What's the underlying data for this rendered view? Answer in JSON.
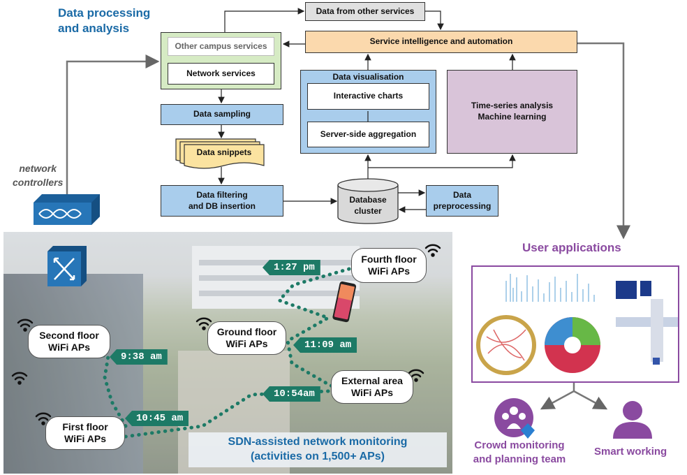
{
  "headings": {
    "processing": "Data processing\nand analysis",
    "user_apps": "User applications",
    "network_controllers": "network\ncontrollers"
  },
  "boxes": {
    "data_other_services": "Data from other services",
    "service_intelligence": "Service intelligence and automation",
    "other_campus_services": "Other campus services",
    "network_services": "Network services",
    "data_visualisation": "Data visualisation",
    "interactive_charts": "Interactive charts",
    "server_side_aggregation": "Server-side aggregation",
    "time_series": "Time-series analysis\nMachine learning",
    "data_sampling": "Data sampling",
    "data_snippets": "Data snippets",
    "data_filtering": "Data filtering\nand DB insertion",
    "database_cluster": "Database\ncluster",
    "data_preprocessing": "Data\npreprocessing"
  },
  "aps": {
    "fourth": "Fourth floor\nWiFi APs",
    "ground": "Ground floor\nWiFi APs",
    "second": "Second floor\nWiFi APs",
    "external": "External area\nWiFi APs",
    "first": "First floor\nWiFi APs"
  },
  "times": {
    "t1": "1:27 pm",
    "t2": "11:09 am",
    "t3": "9:38 am",
    "t4": "10:54am",
    "t5": "10:45 am"
  },
  "caption": {
    "line1": "SDN-assisted network monitoring",
    "line2": "(activities on 1,500+ APs)"
  },
  "users": {
    "crowd": "Crowd monitoring\nand planning team",
    "smart": "Smart working"
  },
  "colors": {
    "heading_blue": "#1a6aa6",
    "user_purple": "#8a4aa0",
    "route_green": "#1d7a66"
  },
  "icons": [
    "network-controller-icon",
    "switch-icon",
    "wifi-icon",
    "smartphone-icon",
    "user-group-icon",
    "user-icon"
  ]
}
